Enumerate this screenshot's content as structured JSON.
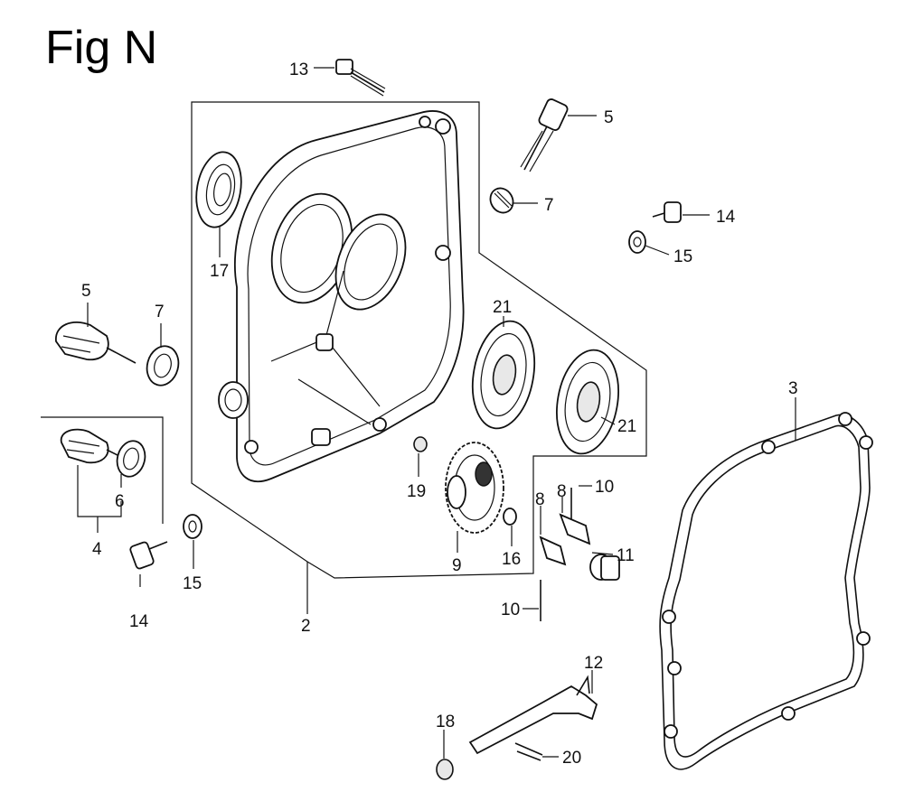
{
  "title": "Fig N",
  "callouts": {
    "c2": "2",
    "c3": "3",
    "c4": "4",
    "c5a": "5",
    "c5b": "5",
    "c6": "6",
    "c7a": "7",
    "c7b": "7",
    "c8a": "8",
    "c8b": "8",
    "c9": "9",
    "c10a": "10",
    "c10b": "10",
    "c11": "11",
    "c12": "12",
    "c13": "13",
    "c14a": "14",
    "c14b": "14",
    "c15a": "15",
    "c15b": "15",
    "c16": "16",
    "c17": "17",
    "c18": "18",
    "c19": "19",
    "c20": "20",
    "c21a": "21",
    "c21b": "21"
  }
}
